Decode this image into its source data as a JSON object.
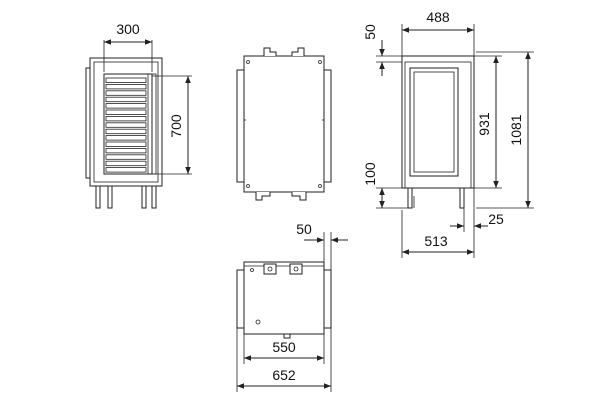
{
  "dimensions": {
    "front_width": "300",
    "front_height": "700",
    "side_width_top": "488",
    "side_top_offset": "50",
    "side_inner_height": "931",
    "side_total_height": "1081",
    "side_bottom_offset": "100",
    "side_foot_offset": "25",
    "side_base_width": "513",
    "plan_offset": "50",
    "plan_inner_width": "550",
    "plan_total_width": "652"
  }
}
